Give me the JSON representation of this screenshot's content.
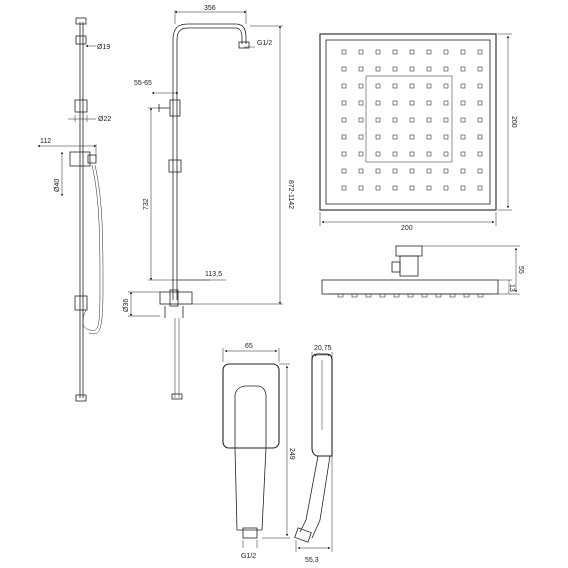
{
  "drawing": {
    "handshower_set": {
      "dia_top": "Ø19",
      "dia_mid": "Ø22",
      "width": "112",
      "dia_holder": "Ø40"
    },
    "column": {
      "width_top": "356",
      "thread_top": "G1/2",
      "arm_range": "55-65",
      "total_height": "872-1142",
      "lower_height": "732",
      "mixer_depth": "113,5",
      "mixer_dia": "Ø36"
    },
    "head_top": {
      "width": "200",
      "depth": "200"
    },
    "head_side": {
      "height": "55",
      "thickness": "13"
    },
    "handshower_detail": {
      "width": "65",
      "thickness": "20,75",
      "length": "249",
      "thread": "G1/2",
      "offset": "55,3"
    }
  }
}
